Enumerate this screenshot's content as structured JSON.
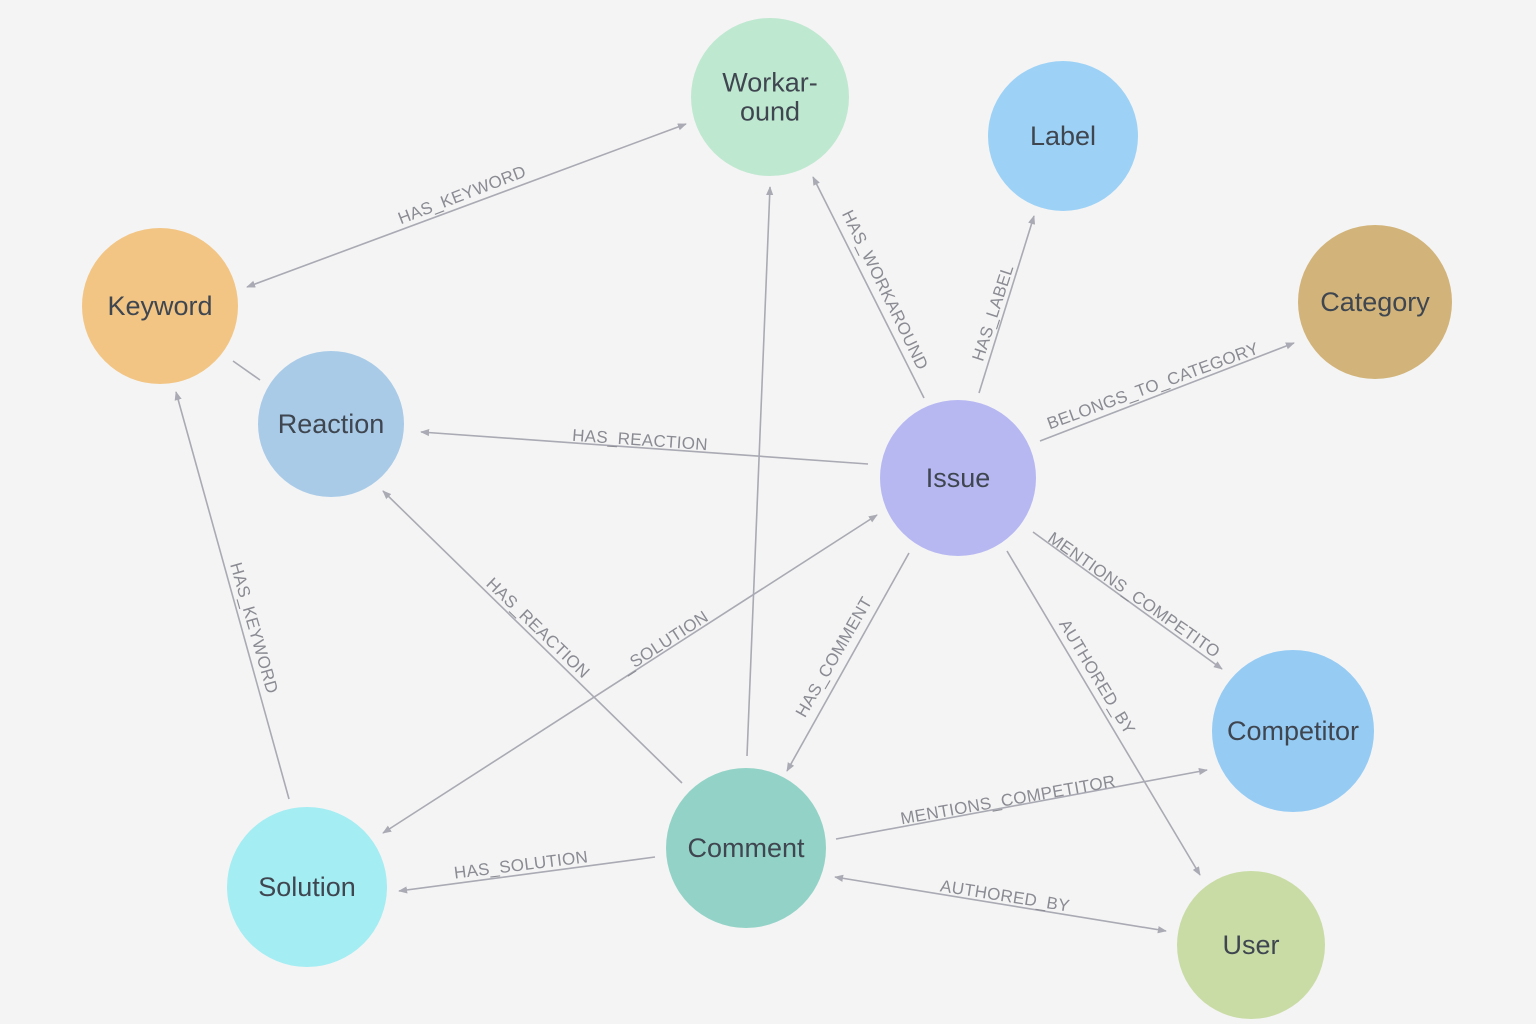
{
  "theme": {
    "background": "#f4f4f4",
    "edge_color": "#a9aab3",
    "edge_label_color": "#8a8b93",
    "node_text_color": "#3f4650"
  },
  "nodes": [
    {
      "id": "workaround",
      "label_lines": [
        "Workar-",
        "ound"
      ],
      "color": "#bfe8d0"
    },
    {
      "id": "label",
      "label_lines": [
        "Label"
      ],
      "color": "#9dd2f6"
    },
    {
      "id": "keyword",
      "label_lines": [
        "Keyword"
      ],
      "color": "#f2c584"
    },
    {
      "id": "category",
      "label_lines": [
        "Category"
      ],
      "color": "#d2b47a"
    },
    {
      "id": "reaction",
      "label_lines": [
        "Reaction"
      ],
      "color": "#a9cbe8"
    },
    {
      "id": "issue",
      "label_lines": [
        "Issue"
      ],
      "color": "#b7b8f2"
    },
    {
      "id": "competitor",
      "label_lines": [
        "Competitor"
      ],
      "color": "#96cbf4"
    },
    {
      "id": "comment",
      "label_lines": [
        "Comment"
      ],
      "color": "#93d3c7"
    },
    {
      "id": "solution",
      "label_lines": [
        "Solution"
      ],
      "color": "#a4edf3"
    },
    {
      "id": "user",
      "label_lines": [
        "User"
      ],
      "color": "#c9dca6"
    }
  ],
  "edges": [
    {
      "id": "workaround-keyword",
      "source": "workaround",
      "target": "keyword",
      "label": "HAS_KEYWORD",
      "bidirectional": true
    },
    {
      "id": "issue-workaround",
      "source": "issue",
      "target": "workaround",
      "label": "HAS_WORKAROUND"
    },
    {
      "id": "issue-label",
      "source": "issue",
      "target": "label",
      "label": "HAS_LABEL"
    },
    {
      "id": "issue-category",
      "source": "issue",
      "target": "category",
      "label": "BELONGS_TO_CATEGORY"
    },
    {
      "id": "issue-reaction",
      "source": "issue",
      "target": "reaction",
      "label": "HAS_REACTION"
    },
    {
      "id": "issue-competitor",
      "source": "issue",
      "target": "competitor",
      "label": "MENTIONS_COMPETITO"
    },
    {
      "id": "issue-user",
      "source": "issue",
      "target": "user",
      "label": "AUTHORED_BY"
    },
    {
      "id": "issue-comment",
      "source": "issue",
      "target": "comment",
      "label": "HAS_COMMENT"
    },
    {
      "id": "solution-issue",
      "source": "solution",
      "target": "issue",
      "label": "_SOLUTION",
      "bidirectional": true
    },
    {
      "id": "comment-workaround",
      "source": "comment",
      "target": "workaround",
      "label": ""
    },
    {
      "id": "comment-reaction",
      "source": "comment",
      "target": "reaction",
      "label": "HAS_REACTION"
    },
    {
      "id": "solution-keyword",
      "source": "solution",
      "target": "keyword",
      "label": "HAS_KEYWORD"
    },
    {
      "id": "comment-solution",
      "source": "comment",
      "target": "solution",
      "label": "HAS_SOLUTION"
    },
    {
      "id": "comment-competitor",
      "source": "comment",
      "target": "competitor",
      "label": "MENTIONS_COMPETITOR"
    },
    {
      "id": "comment-user",
      "source": "comment",
      "target": "user",
      "label": "AUTHORED_BY",
      "bidirectional": true
    },
    {
      "id": "keyword-reaction",
      "source": "keyword",
      "target": "reaction",
      "label": "",
      "arrowless": true
    }
  ]
}
